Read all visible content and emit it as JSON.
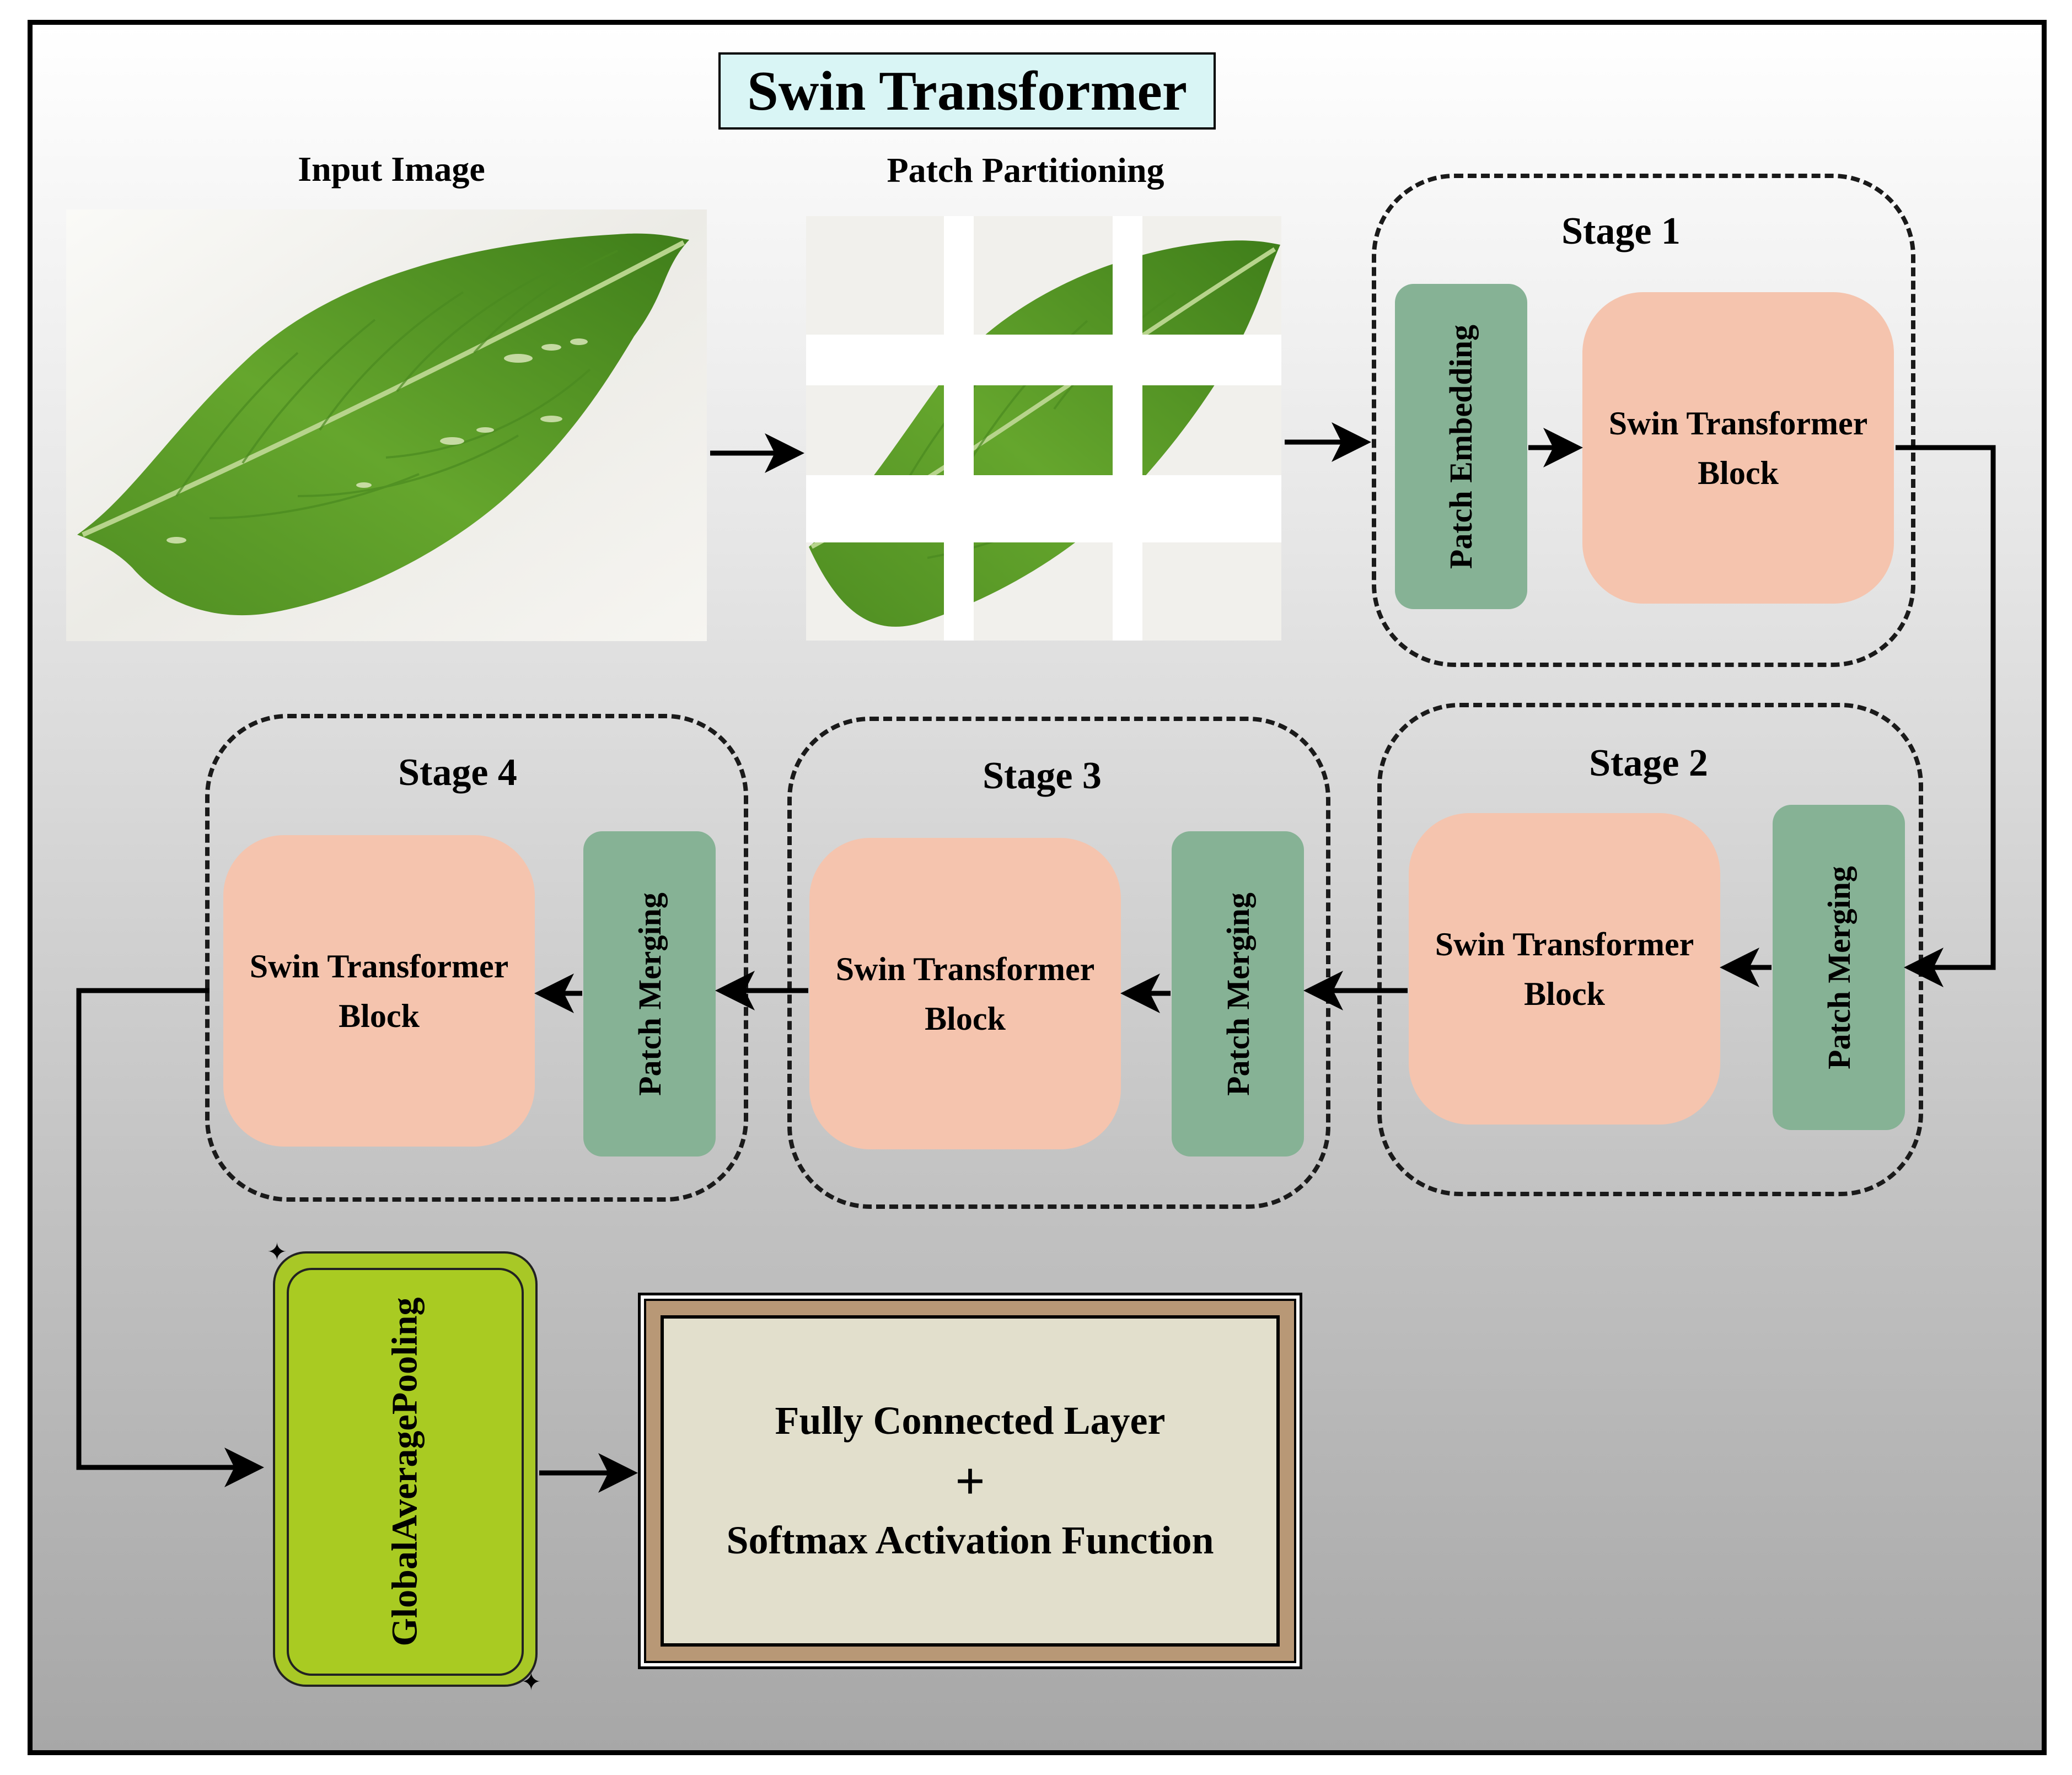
{
  "title": "Swin Transformer",
  "captions": {
    "input_image": "Input Image",
    "patch_partitioning": "Patch Partitioning"
  },
  "stages": [
    {
      "label": "Stage 1",
      "patch_op": "Patch Embedding",
      "block": [
        "Swin Transformer",
        "Block"
      ]
    },
    {
      "label": "Stage 2",
      "patch_op": "Patch Merging",
      "block": [
        "Swin Transformer",
        "Block"
      ]
    },
    {
      "label": "Stage 3",
      "patch_op": "Patch Merging",
      "block": [
        "Swin Transformer",
        "Block"
      ]
    },
    {
      "label": "Stage 4",
      "patch_op": "Patch Merging",
      "block": [
        "Swin Transformer",
        "Block"
      ]
    }
  ],
  "pooling": "GlobalAveragePooling",
  "classifier": {
    "line1": "Fully Connected Layer",
    "plus": "+",
    "line2": "Softmax Activation Function"
  },
  "colors": {
    "block": "#f5c4ae",
    "patch_op": "#86b295",
    "pooling": "#a9cb22",
    "title_bg": "#d9f5f5",
    "classifier_border": "#b89876",
    "classifier_bg": "#e2dfcc"
  }
}
